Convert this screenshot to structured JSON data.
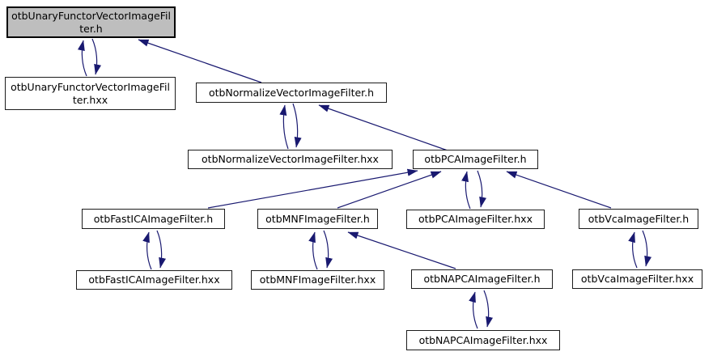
{
  "diagram": {
    "kind": "doxygen-include-dependency-graph",
    "colors": {
      "edge": "#191970",
      "node_fill": "#ffffff",
      "node_border": "#1c1c1c",
      "highlight_fill": "#bebebe",
      "background": "#ffffff"
    },
    "nodes": [
      {
        "label": "otbUnaryFunctorVectorImageFilter.h",
        "highlighted": true
      },
      {
        "label": "otbUnaryFunctorVectorImageFilter.hxx",
        "highlighted": false
      },
      {
        "label": "otbNormalizeVectorImageFilter.h",
        "highlighted": false
      },
      {
        "label": "otbNormalizeVectorImageFilter.hxx",
        "highlighted": false
      },
      {
        "label": "otbPCAImageFilter.h",
        "highlighted": false
      },
      {
        "label": "otbPCAImageFilter.hxx",
        "highlighted": false
      },
      {
        "label": "otbFastICAImageFilter.h",
        "highlighted": false
      },
      {
        "label": "otbMNFImageFilter.h",
        "highlighted": false
      },
      {
        "label": "otbVcaImageFilter.h",
        "highlighted": false
      },
      {
        "label": "otbFastICAImageFilter.hxx",
        "highlighted": false
      },
      {
        "label": "otbMNFImageFilter.hxx",
        "highlighted": false
      },
      {
        "label": "otbNAPCAImageFilter.h",
        "highlighted": false
      },
      {
        "label": "otbVcaImageFilter.hxx",
        "highlighted": false
      },
      {
        "label": "otbNAPCAImageFilter.hxx",
        "highlighted": false
      }
    ],
    "edges": [
      {
        "from": "otbNormalizeVectorImageFilter.h",
        "to": "otbUnaryFunctorVectorImageFilter.h"
      },
      {
        "from": "otbUnaryFunctorVectorImageFilter.hxx",
        "to": "otbUnaryFunctorVectorImageFilter.h"
      },
      {
        "from": "otbUnaryFunctorVectorImageFilter.h",
        "to": "otbUnaryFunctorVectorImageFilter.hxx"
      },
      {
        "from": "otbNormalizeVectorImageFilter.hxx",
        "to": "otbNormalizeVectorImageFilter.h"
      },
      {
        "from": "otbNormalizeVectorImageFilter.h",
        "to": "otbNormalizeVectorImageFilter.hxx"
      },
      {
        "from": "otbPCAImageFilter.h",
        "to": "otbNormalizeVectorImageFilter.h"
      },
      {
        "from": "otbPCAImageFilter.hxx",
        "to": "otbPCAImageFilter.h"
      },
      {
        "from": "otbPCAImageFilter.h",
        "to": "otbPCAImageFilter.hxx"
      },
      {
        "from": "otbFastICAImageFilter.h",
        "to": "otbPCAImageFilter.h"
      },
      {
        "from": "otbMNFImageFilter.h",
        "to": "otbPCAImageFilter.h"
      },
      {
        "from": "otbVcaImageFilter.h",
        "to": "otbPCAImageFilter.h"
      },
      {
        "from": "otbFastICAImageFilter.hxx",
        "to": "otbFastICAImageFilter.h"
      },
      {
        "from": "otbFastICAImageFilter.h",
        "to": "otbFastICAImageFilter.hxx"
      },
      {
        "from": "otbMNFImageFilter.hxx",
        "to": "otbMNFImageFilter.h"
      },
      {
        "from": "otbMNFImageFilter.h",
        "to": "otbMNFImageFilter.hxx"
      },
      {
        "from": "otbNAPCAImageFilter.h",
        "to": "otbMNFImageFilter.h"
      },
      {
        "from": "otbVcaImageFilter.hxx",
        "to": "otbVcaImageFilter.h"
      },
      {
        "from": "otbVcaImageFilter.h",
        "to": "otbVcaImageFilter.hxx"
      },
      {
        "from": "otbNAPCAImageFilter.hxx",
        "to": "otbNAPCAImageFilter.h"
      },
      {
        "from": "otbNAPCAImageFilter.h",
        "to": "otbNAPCAImageFilter.hxx"
      }
    ]
  }
}
